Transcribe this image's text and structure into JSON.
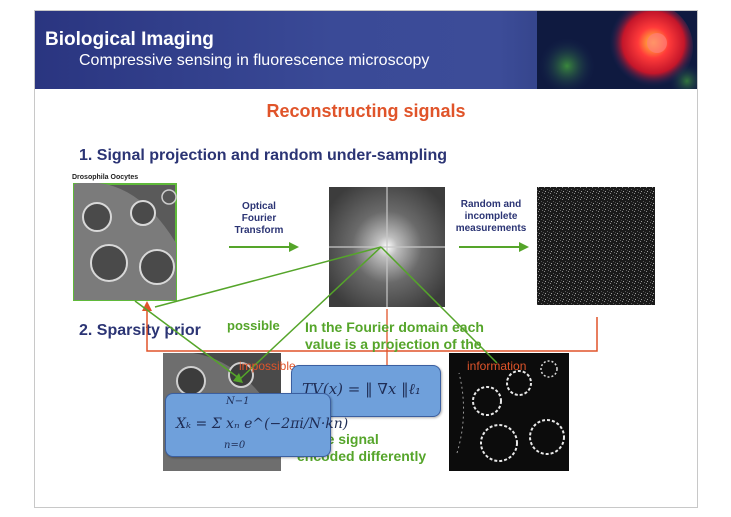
{
  "header": {
    "title": "Biological Imaging",
    "subtitle": "Compressive sensing in fluorescence microscopy"
  },
  "slide_heading": "Reconstructing signals",
  "step1": {
    "title": "1. Signal projection and random under-sampling",
    "specimen_label": "Drosophila Oocytes",
    "arrow1_label": [
      "Optical",
      "Fourier",
      "Transform"
    ],
    "arrow2_label": [
      "Random and",
      "incomplete",
      "measurements"
    ]
  },
  "step2": {
    "title": "2. Sparsity prior",
    "annotation_possible": "possible",
    "annotation_fourier": [
      "In the Fourier domain each",
      "value is a projection of the"
    ],
    "annotation_impossible": "impossible",
    "annotation_information": "information",
    "annotation_same": [
      "Same signal",
      "encoded differently"
    ],
    "tv_equation": "TV(x) = ‖ ∇x ‖ℓ₁",
    "dft_equation": "Xₖ = Σ xₙ e^(−2πi/N·kn)",
    "dft_upper": "N−1",
    "dft_lower": "n=0"
  },
  "colors": {
    "banner": "#3a4a97",
    "heading": "#e0542a",
    "step": "#2b3474",
    "green": "#55a52a",
    "red": "#e0542a",
    "eqbox": "#6fa0db"
  }
}
